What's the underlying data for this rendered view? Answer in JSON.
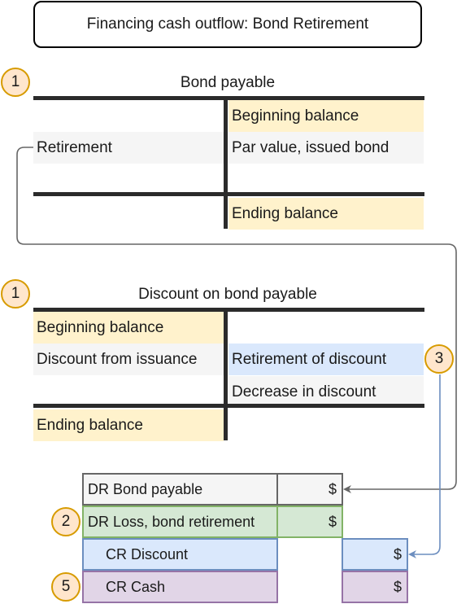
{
  "title": "Financing cash outflow: Bond Retirement",
  "bond_payable": {
    "badge": "1",
    "label": "Bond payable",
    "left_rows": [
      "Retirement"
    ],
    "right_rows": [
      "Beginning balance",
      "Par value, issued bond"
    ],
    "ending": "Ending balance"
  },
  "discount": {
    "badge": "1",
    "label": "Discount on bond payable",
    "left_rows": [
      "Beginning balance",
      "Discount from issuance"
    ],
    "right_rows": [
      "Retirement of discount",
      "Decrease in discount"
    ],
    "ending": "Ending balance"
  },
  "badge_3": "3",
  "journal": {
    "rows": [
      {
        "badge": "",
        "account": "DR Bond payable",
        "amount": "$"
      },
      {
        "badge": "2",
        "account": "DR Loss, bond retirement",
        "amount": "$"
      },
      {
        "badge": "",
        "account": "CR Discount",
        "amount": "$"
      },
      {
        "badge": "5",
        "account": "CR Cash",
        "amount": "$"
      }
    ]
  },
  "colors": {
    "badge_fill": "#ffe6cc",
    "badge_stroke": "#d79b00",
    "gray_arrow": "#666666",
    "blue_arrow": "#6c8ebf"
  }
}
